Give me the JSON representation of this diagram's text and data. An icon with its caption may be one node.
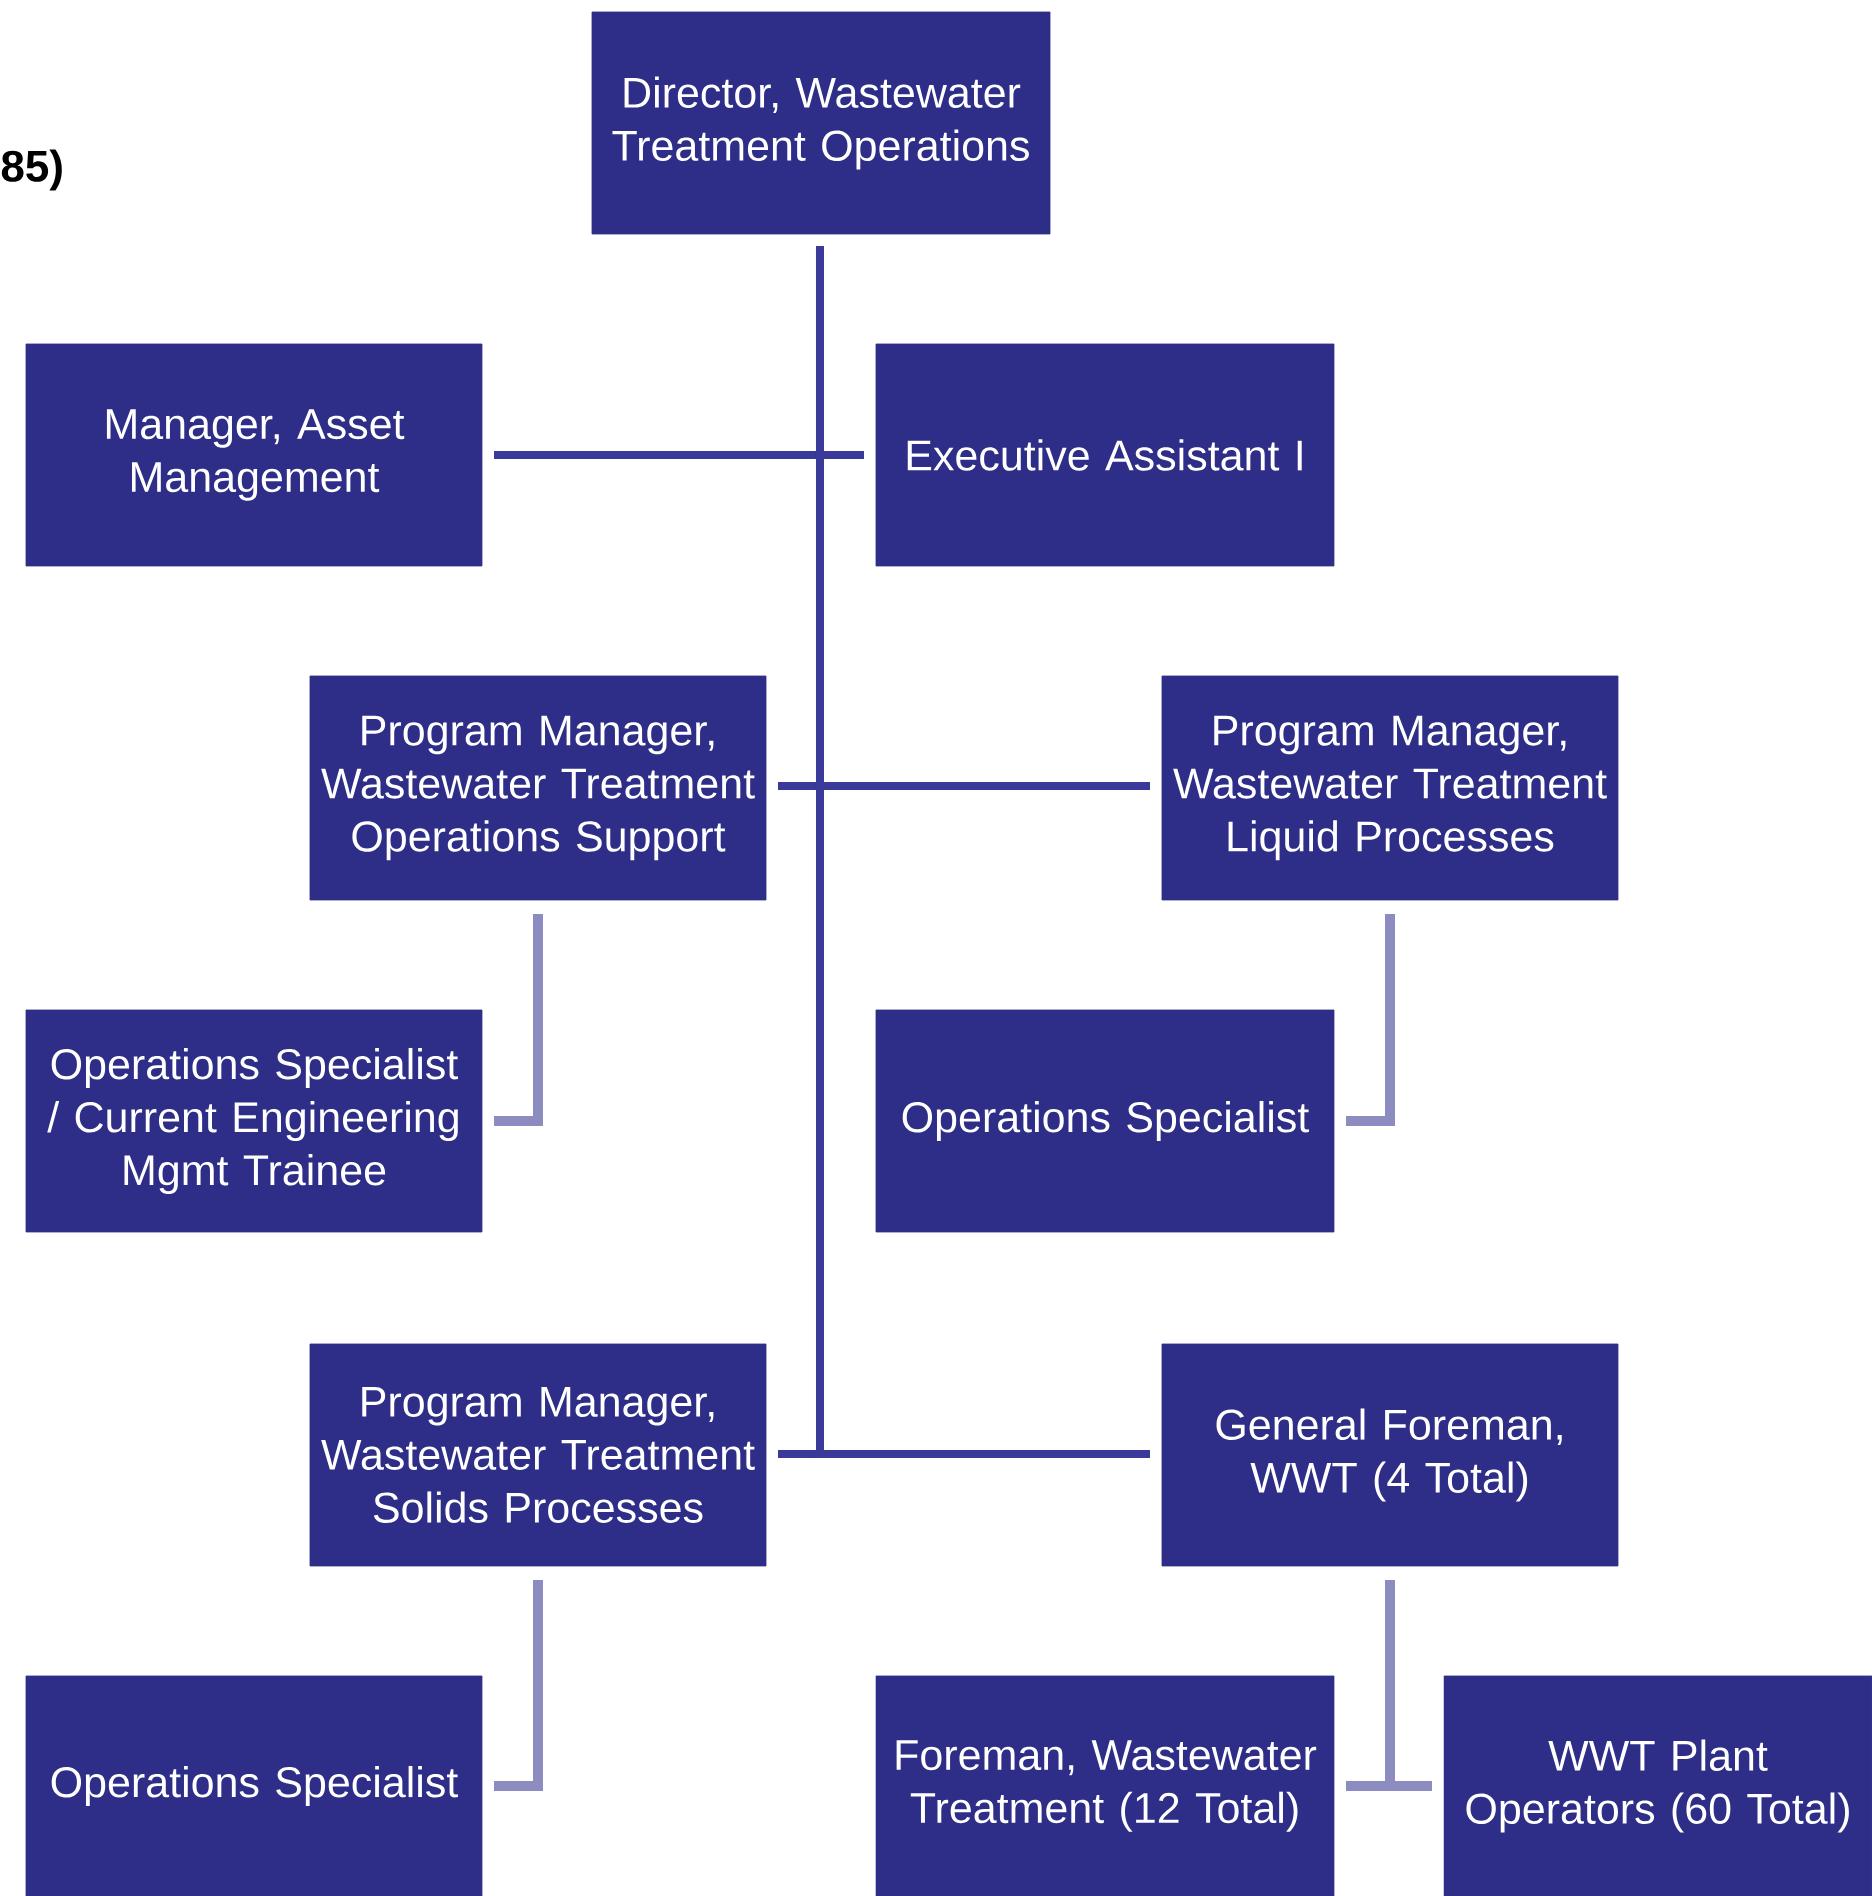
{
  "diagram": {
    "title": "85)",
    "nodes": [
      {
        "text": [
          "Director, Wastewater Treatment Operations"
        ]
      },
      {
        "text": [
          "Manager, Asset Management"
        ]
      },
      {
        "text": [
          "Executive Assistant I"
        ]
      },
      {
        "text": [
          "Program Manager, Wastewater Treatment Operations Support"
        ]
      },
      {
        "text": [
          "Program Manager, Wastewater Treatment Liquid Processes"
        ]
      },
      {
        "text": [
          "Operations Specialist / Current Engineering Mgmt Trainee"
        ]
      },
      {
        "text": [
          "Operations Specialist"
        ]
      },
      {
        "text": [
          "Program Manager, Wastewater Treatment Solids Processes"
        ]
      },
      {
        "text": [
          "General Foreman, WWT (4 Total)"
        ]
      },
      {
        "text": [
          "Operations Specialist"
        ]
      },
      {
        "text": [
          "Foreman, Wastewater Treatment (12 Total)"
        ]
      },
      {
        "text": [
          "WWT Plant Operators (60 Total)"
        ]
      }
    ],
    "edges": [
      {
        "from": 0,
        "to": 1,
        "arrow": "none"
      },
      {
        "from": 0,
        "to": 2,
        "arrow": "none"
      },
      {
        "from": 0,
        "to": 3,
        "arrow": "none"
      },
      {
        "from": 0,
        "to": 4,
        "arrow": "none"
      },
      {
        "from": 0,
        "to": 7,
        "arrow": "none"
      },
      {
        "from": 0,
        "to": 8,
        "arrow": "none"
      },
      {
        "from": 3,
        "to": 5,
        "arrow": "none",
        "color": "#8c8cc0"
      },
      {
        "from": 4,
        "to": 6,
        "arrow": "none",
        "color": "#8c8cc0"
      },
      {
        "from": 7,
        "to": 9,
        "arrow": "none",
        "color": "#8c8cc0"
      },
      {
        "from": 8,
        "to": 10,
        "arrow": "none",
        "color": "#8c8cc0"
      },
      {
        "from": 8,
        "to": 11,
        "arrow": "none",
        "color": "#8c8cc0"
      }
    ]
  }
}
